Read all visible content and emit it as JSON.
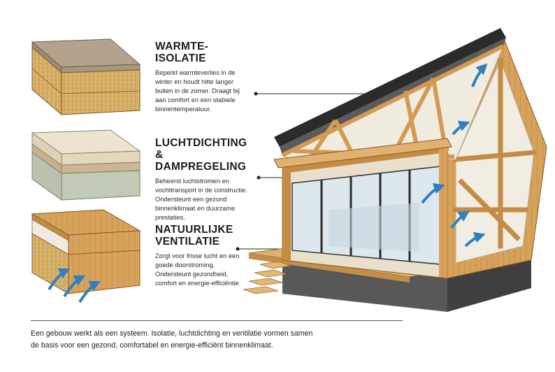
{
  "sections": [
    {
      "title_lines": [
        "WARMTE-",
        "ISOLATIE"
      ],
      "body": "Beperkt warmteverlies in de winter en houdt hitte langer buiten in de zomer. Draagt bij aan comfort en een stabiele binnentemperatuur."
    },
    {
      "title_lines": [
        "LUCHTDICHTING &",
        "DAMPREGELING"
      ],
      "body": "Beheerst luchtstromen en vochttransport in de constructie. Ondersteunt een gezond binnenklimaat en duurzame prestaties."
    },
    {
      "title_lines": [
        "NATUURLIJKE",
        "VENTILATIE"
      ],
      "body": "Zorgt voor frisse lucht en een goede doorstroming. Ondersteunt gezondheid, comfort en energie-efficiëntie."
    }
  ],
  "footer_lines": [
    "Een gebouw werkt als een systeem. Isolatie, luchtdichting en ventilatie vormen samen",
    "de basis voor een gezond, comfortabel en energie-efficiënt binnenklimaat."
  ],
  "colors": {
    "arrow": "#2f7fc1",
    "wood": "#d9a65e",
    "insulation": "#d8b46a",
    "membrane": "#f2ede2",
    "roof": "#2b2b2b",
    "foundation": "#4a4a4a"
  }
}
